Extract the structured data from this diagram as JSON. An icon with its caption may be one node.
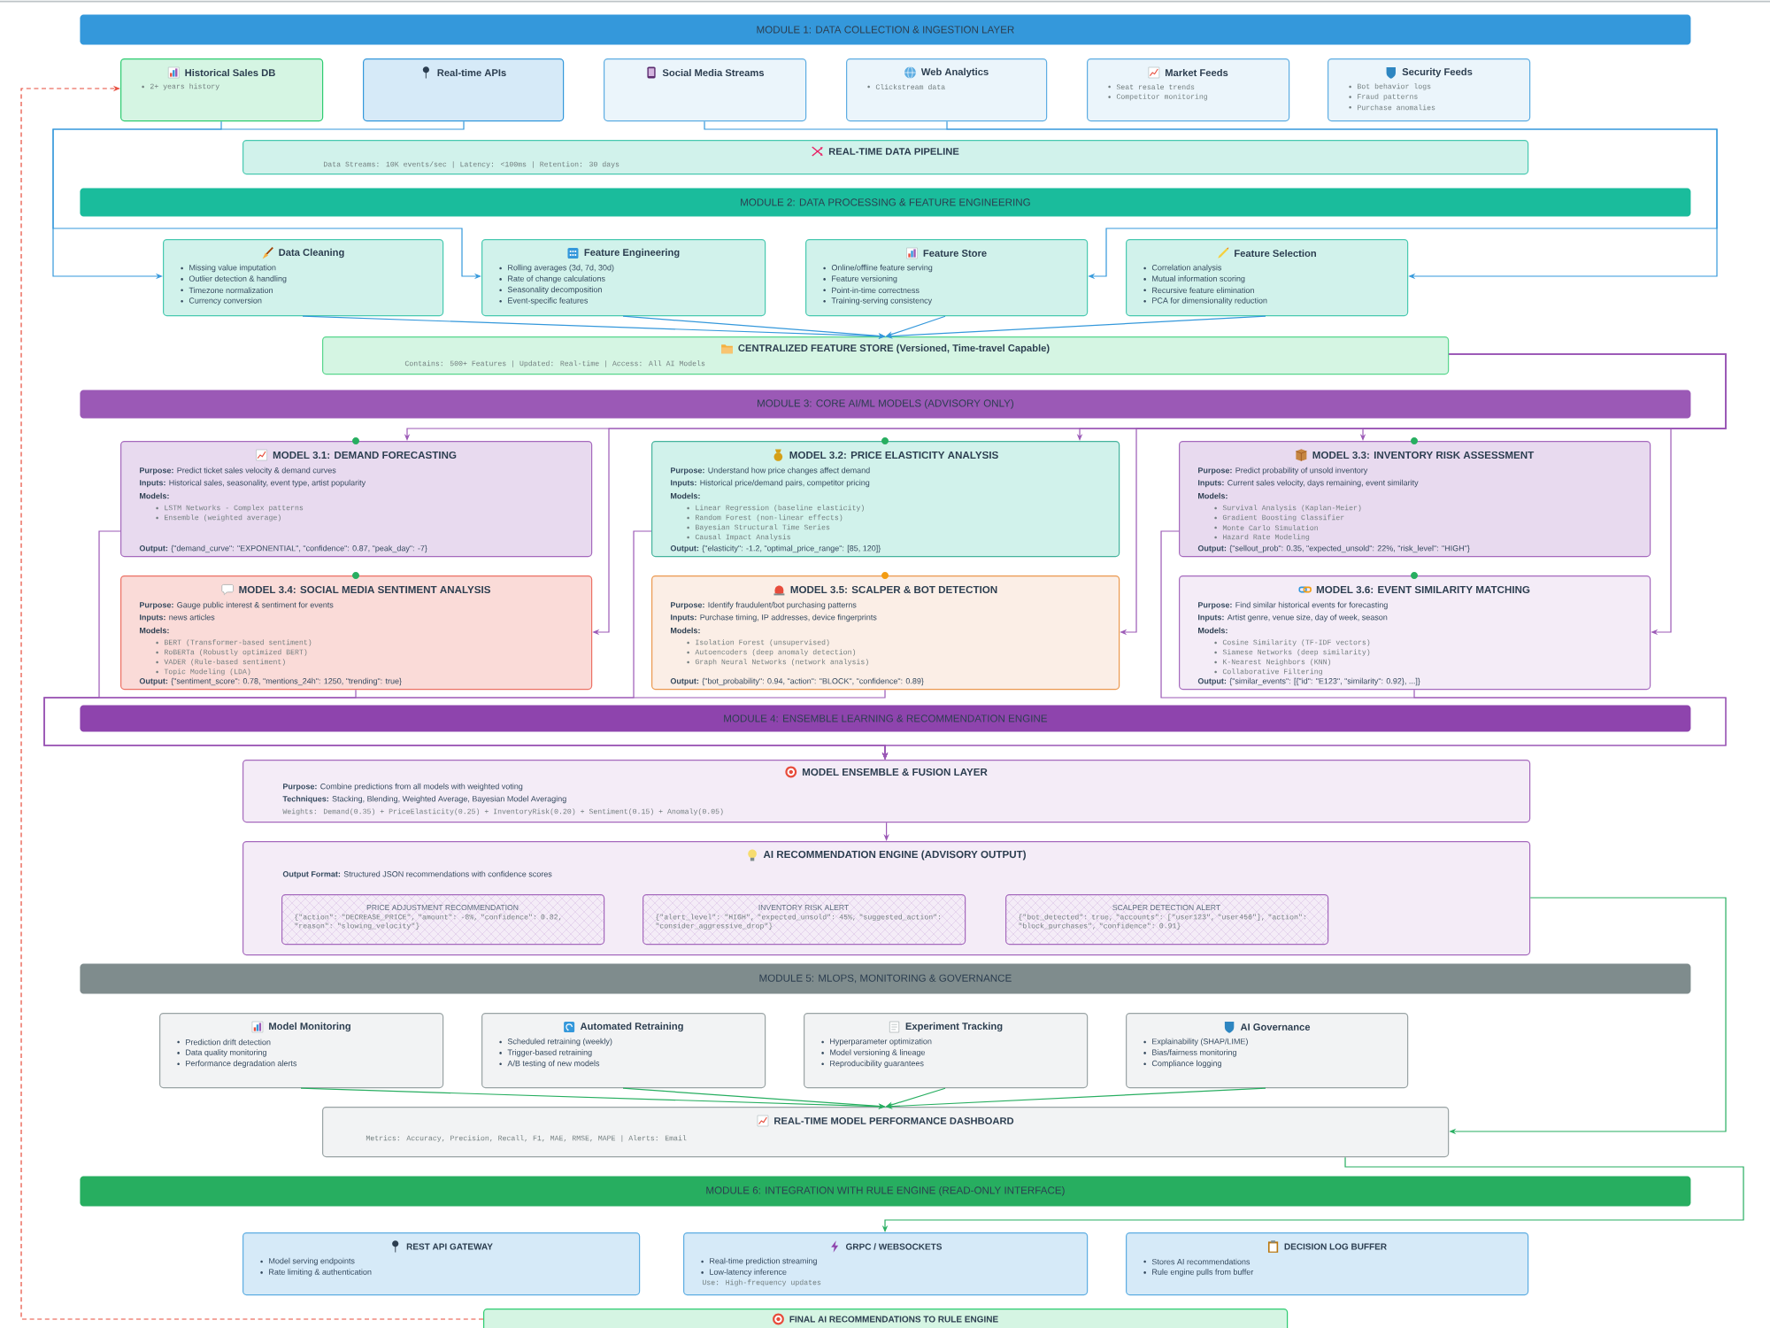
{
  "diagram": {
    "nodes": [
      {
        "text": [
          "MODULE 1: DATA COLLECTION & INGESTION LAYER"
        ]
      },
      {
        "text": [
          "Historical Sales DB",
          "2+ years history"
        ]
      },
      {
        "text": [
          "Real-time APIs"
        ]
      },
      {
        "text": [
          "Social Media Streams"
        ]
      },
      {
        "text": [
          "Web Analytics",
          "Clickstream data"
        ]
      },
      {
        "text": [
          "Market Feeds",
          "Seat resale trends",
          "Competitor monitoring"
        ]
      },
      {
        "text": [
          "Security Feeds",
          "Bot behavior logs",
          "Fraud patterns",
          "Purchase anomalies"
        ]
      },
      {
        "text": [
          "REAL-TIME DATA PIPELINE",
          "Data Streams: 10K events/sec | Latency: <100ms | Retention: 30 days"
        ]
      },
      {
        "text": [
          "MODULE 2: DATA PROCESSING & FEATURE ENGINEERING"
        ]
      },
      {
        "text": [
          "Data Cleaning",
          "Missing value imputation",
          "Outlier detection & handling",
          "Timezone normalization",
          "Currency conversion"
        ]
      },
      {
        "text": [
          "Feature Engineering",
          "Rolling averages (3d, 7d, 30d)",
          "Rate of change calculations",
          "Seasonality decomposition",
          "Event-specific features"
        ]
      },
      {
        "text": [
          "Feature Store",
          "Online/offline feature serving",
          "Feature versioning",
          "Point-in-time correctness",
          "Training-serving consistency"
        ]
      },
      {
        "text": [
          "Feature Selection",
          "Correlation analysis",
          "Mutual information scoring",
          "Recursive feature elimination",
          "PCA for dimensionality reduction"
        ]
      },
      {
        "text": [
          "CENTRALIZED FEATURE STORE (Versioned, Time-travel Capable)",
          "Contains: 500+ Features | Updated: Real-time | Access: All AI Models"
        ]
      },
      {
        "text": [
          "MODULE 3: CORE AI/ML MODELS (ADVISORY ONLY)"
        ]
      },
      {
        "text": [
          "MODEL 3.1: DEMAND FORECASTING",
          "**Purpose:** Predict ticket sales velocity & demand curves",
          "**Inputs:** Historical sales, seasonality, event type, artist popularity",
          "Models:",
          "LSTM Networks - Complex patterns",
          "Ensemble (weighted average)",
          "**Output:** {\"demand_curve\": \"EXPONENTIAL\", \"confidence\": 0.87, \"peak_day\": -7}"
        ]
      },
      {
        "text": [
          "MODEL 3.2: PRICE ELASTICITY ANALYSIS",
          "**Purpose:** Understand how price changes affect demand",
          "**Inputs:** Historical price/demand pairs, competitor pricing",
          "Models:",
          "Linear Regression (baseline elasticity)",
          "Random Forest (non-linear effects)",
          "Bayesian Structural Time Series",
          "Causal Impact Analysis",
          "**Output:** {\"elasticity\": -1.2, \"optimal_price_range\": [85, 120]}"
        ]
      },
      {
        "text": [
          "MODEL 3.3: INVENTORY RISK ASSESSMENT",
          "**Purpose:** Predict probability of unsold inventory",
          "**Inputs:** Current sales velocity, days remaining, event similarity",
          "Models:",
          "Survival Analysis (Kaplan-Meier)",
          "Gradient Boosting Classifier",
          "Monte Carlo Simulation",
          "Hazard Rate Modeling",
          "**Output:** {\"sellout_prob\": 0.35, \"expected_unsold\": 22%, \"risk_level\": \"HIGH\"}"
        ]
      },
      {
        "text": [
          "MODEL 3.4: SOCIAL MEDIA SENTIMENT ANALYSIS",
          "**Purpose:** Gauge public interest & sentiment for events",
          "**Inputs:** news articles",
          "Models:",
          "BERT (Transformer-based sentiment)",
          "RoBERTa (Robustly optimized BERT)",
          "VADER (Rule-based sentiment)",
          "Topic Modeling (LDA)",
          "**Output:** {\"sentiment_score\": 0.78, \"mentions_24h\": 1250, \"trending\": true}"
        ]
      },
      {
        "text": [
          "MODEL 3.5: SCALPER & BOT DETECTION",
          "**Purpose:** Identify fraudulent/bot purchasing patterns",
          "**Inputs:** Purchase timing, IP addresses, device fingerprints",
          "Models:",
          "Isolation Forest (unsupervised)",
          "Autoencoders (deep anomaly detection)",
          "Graph Neural Networks (network analysis)",
          "**Output:** {\"bot_probability\": 0.94, \"action\": \"BLOCK\", \"confidence\": 0.89}"
        ]
      },
      {
        "text": [
          "MODEL 3.6: EVENT SIMILARITY MATCHING",
          "**Purpose:** Find similar historical events for forecasting",
          "**Inputs:** Artist genre, venue size, day of week, season",
          "Models:",
          "Cosine Similarity (TF-IDF vectors)",
          "Siamese Networks (deep similarity)",
          "K-Nearest Neighbors (KNN)",
          "Collaborative Filtering",
          "**Output:** {\"similar_events\": [{\"id\": \"E123\", \"similarity\": 0.92}, ...]}"
        ]
      },
      {
        "text": [
          "MODULE 4: ENSEMBLE LEARNING & RECOMMENDATION ENGINE"
        ]
      },
      {
        "text": [
          "MODEL ENSEMBLE & FUSION LAYER",
          "**Purpose:** Combine predictions from all models with weighted voting",
          "**Techniques:** Stacking, Blending, Weighted Average, Bayesian Model Averaging",
          "Weights: Demand(0.35) + PriceElasticity(0.25) + InventoryRisk(0.20) + Sentiment(0.15) + Anomaly(0.05)"
        ]
      },
      {
        "text": [
          "AI RECOMMENDATION ENGINE (ADVISORY OUTPUT)",
          "**Output Format:** Structured JSON recommendations with confidence scores"
        ]
      },
      {
        "text": [
          "PRICE ADJUSTMENT RECOMMENDATION",
          "{\"action\": \"DECREASE_PRICE\", \"amount\": -8%, \"confidence\": 0.82, \"reason\": \"slowing_velocity\"}"
        ],
        "in": 23
      },
      {
        "text": [
          "INVENTORY RISK ALERT",
          "{\"alert_level\": \"HIGH\", \"expected_unsold\": 45%, \"suggested_action\": \"consider_aggressive_drop\"}"
        ],
        "in": 23
      },
      {
        "text": [
          "SCALPER DETECTION ALERT",
          "{\"bot_detected\": true, \"accounts\": [\"user123\", \"user456\"], \"action\": \"block_purchases\", \"confidence\": 0.91}"
        ],
        "in": 23
      },
      {
        "text": [
          "MODULE 5: MLOPS, MONITORING & GOVERNANCE"
        ]
      },
      {
        "text": [
          "Model Monitoring",
          "Prediction drift detection",
          "Data quality monitoring",
          "Performance degradation alerts"
        ]
      },
      {
        "text": [
          "Automated Retraining",
          "Scheduled retraining (weekly)",
          "Trigger-based retraining",
          "A/B testing of new models"
        ]
      },
      {
        "text": [
          "Experiment Tracking",
          "Hyperparameter optimization",
          "Model versioning & lineage",
          "Reproducibility guarantees"
        ]
      },
      {
        "text": [
          "AI Governance",
          "Explainability (SHAP/LIME)",
          "Bias/fairness monitoring",
          "Compliance logging"
        ]
      },
      {
        "text": [
          "REAL-TIME MODEL PERFORMANCE DASHBOARD",
          "Metrics: Accuracy, Precision, Recall, F1, MAE, RMSE, MAPE | Alerts: Email"
        ]
      },
      {
        "text": [
          "MODULE 6: INTEGRATION WITH RULE ENGINE (READ-ONLY INTERFACE)"
        ]
      },
      {
        "text": [
          "REST API GATEWAY",
          "Model serving endpoints",
          "Rate limiting & authentication"
        ]
      },
      {
        "text": [
          "GRPC / WEBSOCKETS",
          "Real-time prediction streaming",
          "Low-latency inference",
          "Use: High-frequency updates"
        ]
      },
      {
        "text": [
          "DECISION LOG BUFFER",
          "Stores AI recommendations",
          "Rule engine pulls from buffer"
        ]
      },
      {
        "text": [
          "FINAL AI RECOMMENDATIONS TO RULE ENGINE"
        ]
      }
    ],
    "edges": [
      {
        "from": 1,
        "to": 9,
        "arrow": "to",
        "color": "#3498db"
      },
      {
        "from": 2,
        "to": 10,
        "arrow": "to",
        "color": "#3498db"
      },
      {
        "from": 3,
        "to": 11,
        "arrow": "to",
        "color": "#3498db"
      },
      {
        "from": 4,
        "to": 12,
        "arrow": "to",
        "color": "#3498db"
      },
      {
        "from": 9,
        "to": 13,
        "arrow": "to",
        "color": "#3498db"
      },
      {
        "from": 10,
        "to": 13,
        "arrow": "to",
        "color": "#3498db"
      },
      {
        "from": 11,
        "to": 13,
        "arrow": "to",
        "color": "#3498db"
      },
      {
        "from": 12,
        "to": 13,
        "arrow": "to",
        "color": "#3498db"
      },
      {
        "from": 13,
        "to": 15,
        "arrow": "to"
      },
      {
        "from": 13,
        "to": 16,
        "arrow": "to"
      },
      {
        "from": 13,
        "to": 17,
        "arrow": "to"
      },
      {
        "from": 13,
        "to": 18,
        "arrow": "to"
      },
      {
        "from": 13,
        "to": 19,
        "arrow": "to"
      },
      {
        "from": 13,
        "to": 20,
        "arrow": "to"
      },
      {
        "from": 15,
        "to": 22,
        "arrow": "to"
      },
      {
        "from": 16,
        "to": 22,
        "arrow": "to"
      },
      {
        "from": 17,
        "to": 22,
        "arrow": "to"
      },
      {
        "from": 18,
        "to": 22,
        "arrow": "to"
      },
      {
        "from": 19,
        "to": 22,
        "arrow": "to"
      },
      {
        "from": 20,
        "to": 22,
        "arrow": "to"
      },
      {
        "from": 22,
        "to": 23,
        "arrow": "to"
      },
      {
        "from": 23,
        "to": 32,
        "arrow": "to",
        "color": "#27ae60"
      },
      {
        "from": 28,
        "to": 32,
        "arrow": "to",
        "color": "#27ae60"
      },
      {
        "from": 29,
        "to": 32,
        "arrow": "to",
        "color": "#27ae60"
      },
      {
        "from": 30,
        "to": 32,
        "arrow": "to",
        "color": "#27ae60"
      },
      {
        "from": 31,
        "to": 32,
        "arrow": "to",
        "color": "#27ae60"
      },
      {
        "from": 32,
        "to": 35,
        "arrow": "to",
        "color": "#27ae60"
      },
      {
        "from": 37,
        "to": 1,
        "arrow": "to",
        "style": "dashed",
        "color": "#e74c3c"
      }
    ]
  }
}
